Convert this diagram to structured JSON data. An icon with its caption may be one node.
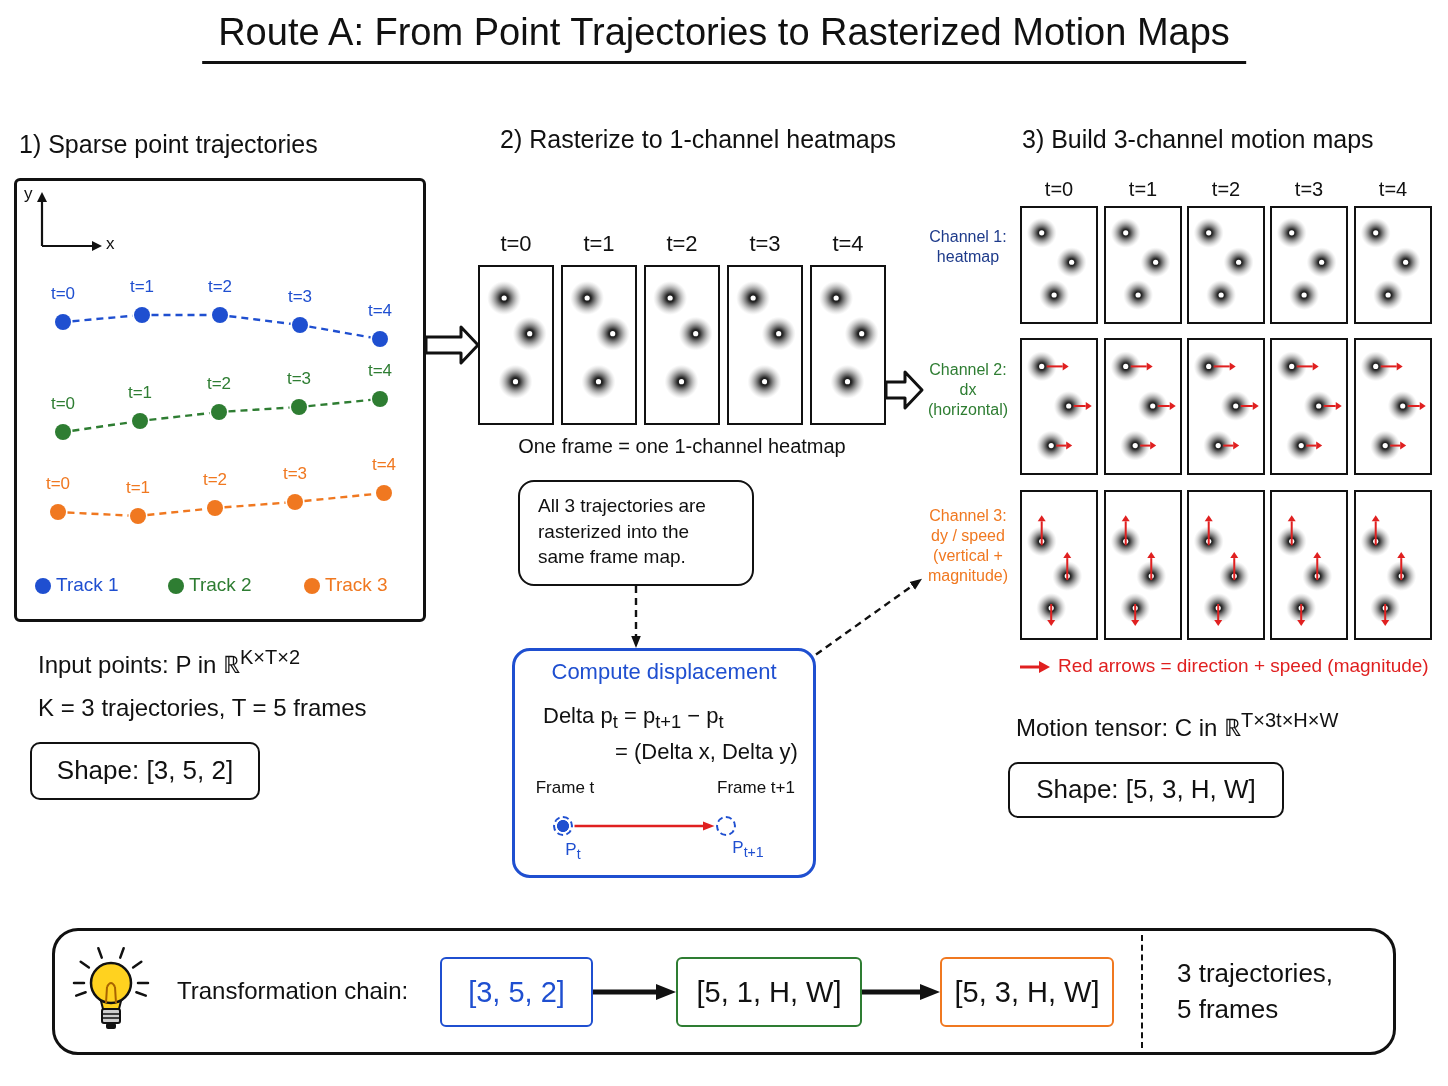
{
  "diagram": {
    "title": "Route A: From Point Trajectories to Rasterized Motion Maps",
    "nodes": [
      {
        "text": [
          "1) Sparse point trajectories"
        ]
      },
      {
        "text": [],
        "shape": "circle",
        "in": 0,
        "beside": [
          "t=0"
        ]
      },
      {
        "text": [],
        "shape": "circle",
        "in": 0,
        "beside": [
          "t=1"
        ]
      },
      {
        "text": [],
        "shape": "circle",
        "in": 0,
        "beside": [
          "t=2"
        ]
      },
      {
        "text": [],
        "shape": "circle",
        "in": 0,
        "beside": [
          "t=3"
        ]
      },
      {
        "text": [],
        "shape": "circle",
        "in": 0,
        "beside": [
          "t=4"
        ]
      },
      {
        "text": [],
        "shape": "circle",
        "in": 0,
        "beside": [
          "t=0"
        ]
      },
      {
        "text": [],
        "shape": "circle",
        "in": 0,
        "beside": [
          "t=1"
        ]
      },
      {
        "text": [],
        "shape": "circle",
        "in": 0,
        "beside": [
          "t=2"
        ]
      },
      {
        "text": [],
        "shape": "circle",
        "in": 0,
        "beside": [
          "t=3"
        ]
      },
      {
        "text": [],
        "shape": "circle",
        "in": 0,
        "beside": [
          "t=4"
        ]
      },
      {
        "text": [],
        "shape": "circle",
        "in": 0,
        "beside": [
          "t=0"
        ]
      },
      {
        "text": [],
        "shape": "circle",
        "in": 0,
        "beside": [
          "t=1"
        ]
      },
      {
        "text": [],
        "shape": "circle",
        "in": 0,
        "beside": [
          "t=2"
        ]
      },
      {
        "text": [],
        "shape": "circle",
        "in": 0,
        "beside": [
          "t=3"
        ]
      },
      {
        "text": [],
        "shape": "circle",
        "in": 0,
        "beside": [
          "t=4"
        ]
      },
      {
        "text": [
          "Shape: [3, 5, 2]"
        ]
      },
      {
        "text": [
          "t=0"
        ]
      },
      {
        "text": [
          "t=1"
        ]
      },
      {
        "text": [
          "t=2"
        ]
      },
      {
        "text": [
          "t=3"
        ]
      },
      {
        "text": [
          "t=4"
        ]
      },
      {
        "text": [
          "All 3 trajectories are rasterized into the same frame map."
        ]
      },
      {
        "text": [
          "Compute displacement",
          "Delta p$_{t}$ = p$_{t+1}$ − p$_{t}$",
          "= (Delta x, Delta y)"
        ]
      },
      {
        "text": [],
        "shape": "circle",
        "in": 23,
        "beside": [
          "Frame t",
          "P$_{t}$"
        ]
      },
      {
        "text": [],
        "shape": "circle",
        "in": 23,
        "beside": [
          "Frame t+1",
          "P$_{t+1}$"
        ]
      },
      {
        "text": [
          "t=0"
        ]
      },
      {
        "text": [
          "t=1"
        ]
      },
      {
        "text": [
          "t=2"
        ]
      },
      {
        "text": [
          "t=3"
        ]
      },
      {
        "text": [
          "t=4"
        ]
      },
      {
        "text": [
          "Channel 2: dx (horizontal)"
        ]
      },
      {
        "text": [],
        "shape": "box"
      },
      {
        "text": [],
        "shape": "box"
      },
      {
        "text": [],
        "shape": "box"
      },
      {
        "text": [],
        "shape": "box"
      },
      {
        "text": [],
        "shape": "box"
      },
      {
        "text": [
          "Channel 3: dy / speed (vertical + magnitude)"
        ]
      },
      {
        "text": [],
        "shape": "box"
      },
      {
        "text": [],
        "shape": "box"
      },
      {
        "text": [],
        "shape": "box"
      },
      {
        "text": [],
        "shape": "box"
      },
      {
        "text": [],
        "shape": "box"
      },
      {
        "text": [
          "Shape: [5, 3, H, W]"
        ]
      },
      {
        "text": [
          "Transformation chain:",
          "3 trajectories, 5 frames"
        ]
      },
      {
        "text": [
          "[3, 5, 2]"
        ],
        "in": 44
      },
      {
        "text": [
          "[5, 1, H, W]"
        ],
        "in": 44
      },
      {
        "text": [
          "[5, 3, H, W]"
        ],
        "in": 44
      }
    ],
    "edges": [
      {
        "from": 1,
        "to": 2,
        "arrow": "none",
        "style": "dashed",
        "color": "#1f4fd0"
      },
      {
        "from": 2,
        "to": 3,
        "arrow": "none",
        "style": "dashed",
        "color": "#1f4fd0"
      },
      {
        "from": 3,
        "to": 4,
        "arrow": "none",
        "style": "dashed",
        "color": "#1f4fd0"
      },
      {
        "from": 4,
        "to": 5,
        "arrow": "none",
        "style": "dashed",
        "color": "#1f4fd0"
      },
      {
        "from": 6,
        "to": 7,
        "arrow": "none",
        "style": "dashed",
        "color": "#2e7d32"
      },
      {
        "from": 7,
        "to": 8,
        "arrow": "none",
        "style": "dashed",
        "color": "#2e7d32"
      },
      {
        "from": 8,
        "to": 9,
        "arrow": "none",
        "style": "dashed",
        "color": "#2e7d32"
      },
      {
        "from": 9,
        "to": 10,
        "arrow": "none",
        "style": "dashed",
        "color": "#2e7d32"
      },
      {
        "from": 11,
        "to": 12,
        "arrow": "none",
        "style": "dashed",
        "color": "#f07820"
      },
      {
        "from": 12,
        "to": 13,
        "arrow": "none",
        "style": "dashed",
        "color": "#f07820"
      },
      {
        "from": 13,
        "to": 14,
        "arrow": "none",
        "style": "dashed",
        "color": "#f07820"
      },
      {
        "from": 14,
        "to": 15,
        "arrow": "none",
        "style": "dashed",
        "color": "#f07820"
      },
      {
        "from": 0,
        "to": 17,
        "arrow": "to",
        "style": "thick",
        "color": "#111111"
      },
      {
        "from": 21,
        "to": 31,
        "arrow": "to",
        "style": "thick",
        "color": "#111111"
      },
      {
        "from": 22,
        "to": 23,
        "arrow": "to",
        "style": "dashed",
        "color": "#111111"
      },
      {
        "from": 23,
        "to": 37,
        "arrow": "to",
        "style": "dashed",
        "color": "#111111"
      },
      {
        "from": 24,
        "to": 25,
        "arrow": "to",
        "color": "#e02020"
      },
      {
        "from": 45,
        "to": 46,
        "arrow": "to",
        "style": "thick",
        "color": "#111111"
      },
      {
        "from": 46,
        "to": 47,
        "arrow": "to",
        "style": "thick",
        "color": "#111111"
      }
    ],
    "labels": [
      "2) Rasterize to 1-channel heatmaps",
      "3) Build 3-channel motion maps",
      "y",
      "x",
      "Channel 1: heatmap",
      "One frame = one 1-channel heatmap",
      "Input points: P in ℝ$^{K×T×2}$",
      "K = 3 trajectories, T = 5 frames",
      "Motion tensor: C in ℝ$^{T×3t×H×W}$"
    ],
    "legend": [
      {
        "text": "Track 1",
        "color": "#1f4fd0"
      },
      {
        "text": "Track 2",
        "color": "#2e7d32"
      },
      {
        "text": "Track 3",
        "color": "#f07820"
      },
      {
        "text": "Red arrows = direction + speed (magnitude)"
      }
    ]
  }
}
